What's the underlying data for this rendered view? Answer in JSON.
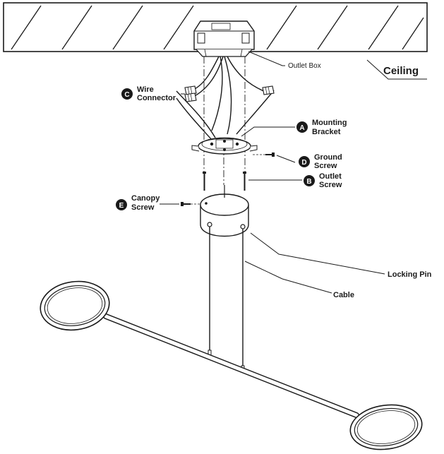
{
  "labels": {
    "ceiling": "Ceiling",
    "outlet_box": "Outlet Box",
    "wire_connector": {
      "badge": "C",
      "line1": "Wire",
      "line2": "Connector"
    },
    "mounting_bracket": {
      "badge": "A",
      "line1": "Mounting",
      "line2": "Bracket"
    },
    "ground_screw": {
      "badge": "D",
      "line1": "Ground",
      "line2": "Screw"
    },
    "outlet_screw": {
      "badge": "B",
      "line1": "Outlet",
      "line2": "Screw"
    },
    "canopy_screw": {
      "badge": "E",
      "line1": "Canopy",
      "line2": "Screw"
    },
    "locking_pin": "Locking Pin",
    "cable": "Cable"
  },
  "colors": {
    "ink": "#1a1a1a",
    "badge": "#1a1a1a",
    "background": "#ffffff"
  }
}
